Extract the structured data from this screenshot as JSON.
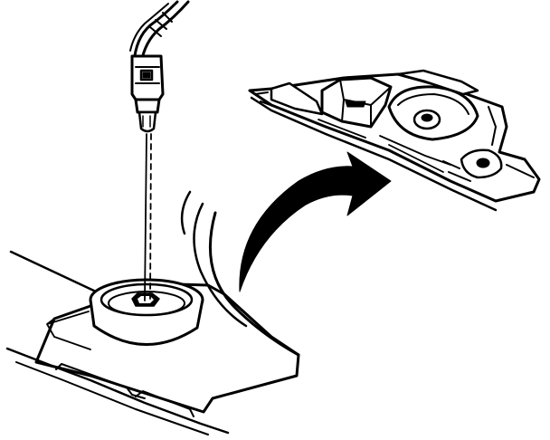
{
  "diagram": {
    "stroke_color": "#000000",
    "background_color": "#ffffff",
    "components": [
      "wiring-harness",
      "connector",
      "bulb-socket",
      "lamp-housing",
      "lamp-bracket-detail",
      "curved-arrow"
    ]
  }
}
